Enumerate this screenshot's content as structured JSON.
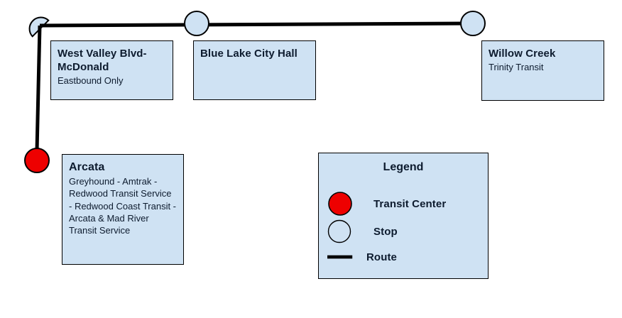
{
  "diagram": {
    "type": "transit-route-map",
    "stops": [
      {
        "name": "West Valley Blvd-McDonald",
        "note": "Eastbound Only",
        "kind": "stop"
      },
      {
        "name": "Blue Lake City Hall",
        "note": "",
        "kind": "stop"
      },
      {
        "name": "Willow Creek",
        "note": "Trinity Transit",
        "kind": "stop"
      },
      {
        "name": "Arcata",
        "note": "Greyhound - Amtrak - Redwood Transit Service - Redwood Coast Transit - Arcata & Mad River Transit Service",
        "kind": "transit_center"
      }
    ]
  },
  "legend": {
    "title": "Legend",
    "items": [
      {
        "symbol": "transit-center",
        "label": "Transit Center"
      },
      {
        "symbol": "stop",
        "label": "Stop"
      },
      {
        "symbol": "route",
        "label": "Route"
      }
    ]
  },
  "colors": {
    "node_fill": "#cfe2f3",
    "node_border": "#000000",
    "transit_center_fill": "#ee0000",
    "route": "#000000",
    "box_fill": "#cfe2f3",
    "box_border": "#000000",
    "text": "#0d1b2e",
    "background": "#ffffff"
  }
}
